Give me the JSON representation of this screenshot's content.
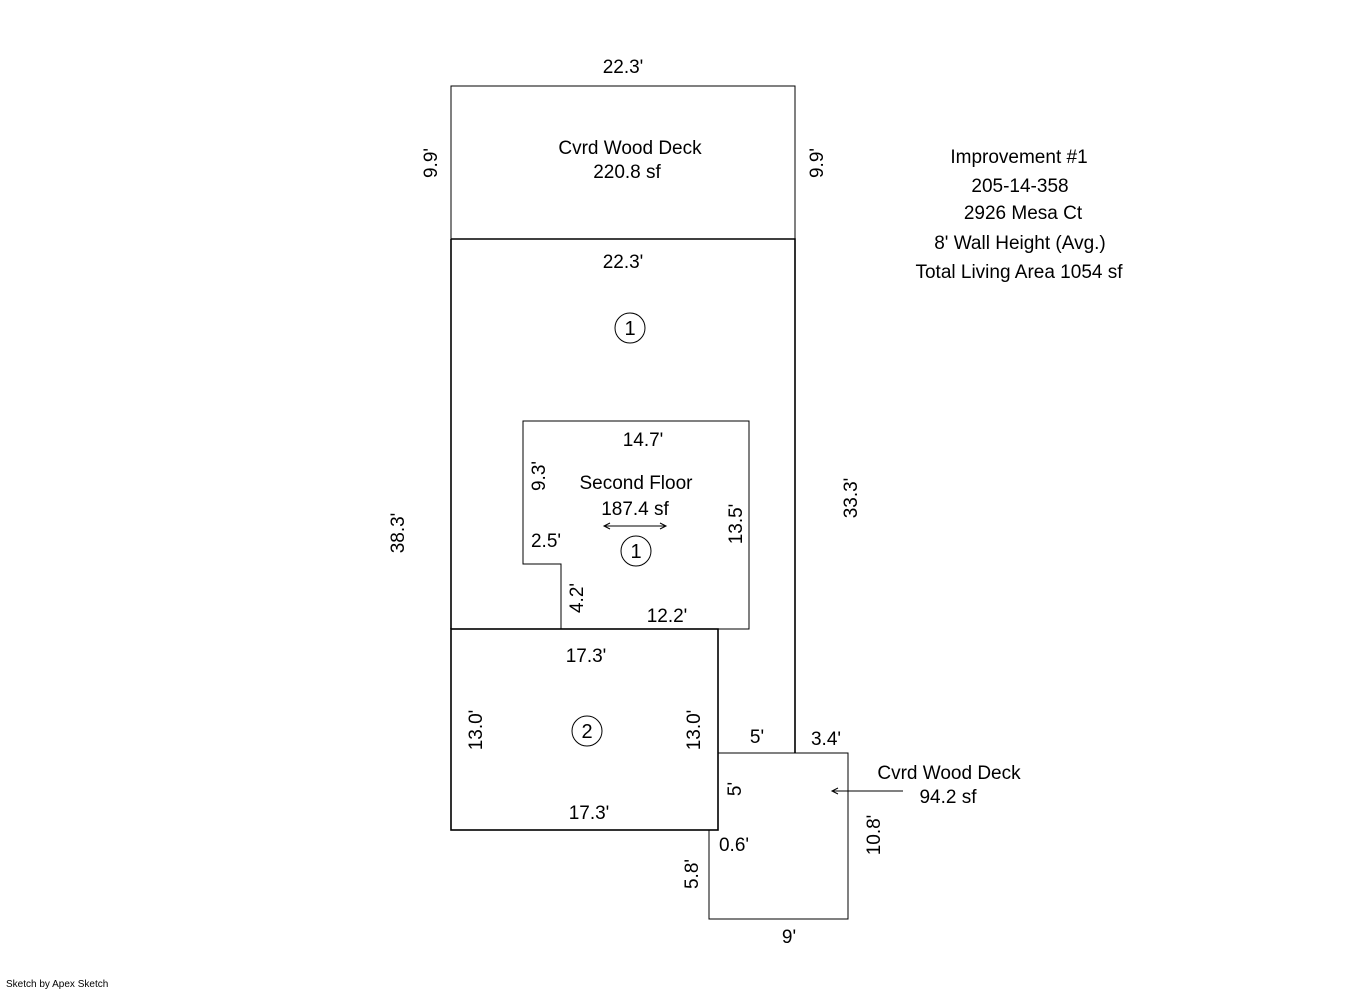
{
  "info": {
    "line1": "Improvement #1",
    "line2": "205-14-358",
    "line3": "2926 Mesa Ct",
    "line4": "8' Wall Height (Avg.)",
    "line5": "Total Living Area 1054 sf"
  },
  "top_deck": {
    "name": "Cvrd Wood Deck",
    "area": "220.8 sf",
    "dim_top": "22.3'",
    "dim_left": "9.9'",
    "dim_right": "9.9'"
  },
  "main_area": {
    "label": "1",
    "dim_top": "22.3'",
    "dim_left": "38.3'",
    "dim_right": "33.3'",
    "dim_notch_top": "5'",
    "dim_notch_side": "5'"
  },
  "second_floor": {
    "name": "Second Floor",
    "area": "187.4 sf",
    "label": "1",
    "dim_top": "14.7'",
    "dim_left": "9.3'",
    "dim_right": "13.5'",
    "dim_step": "2.5'",
    "dim_step_side": "4.2'",
    "dim_bottom": "12.2'"
  },
  "area_2": {
    "label": "2",
    "dim_top": "17.3'",
    "dim_bottom": "17.3'",
    "dim_left": "13.0'",
    "dim_right": "13.0'"
  },
  "bottom_deck": {
    "name": "Cvrd Wood Deck",
    "area": "94.2 sf",
    "dim_top": "3.4'",
    "dim_right": "10.8'",
    "dim_bottom": "9'",
    "dim_left": "5.8'",
    "dim_jog": "0.6'"
  },
  "credit": "Sketch by Apex Sketch"
}
